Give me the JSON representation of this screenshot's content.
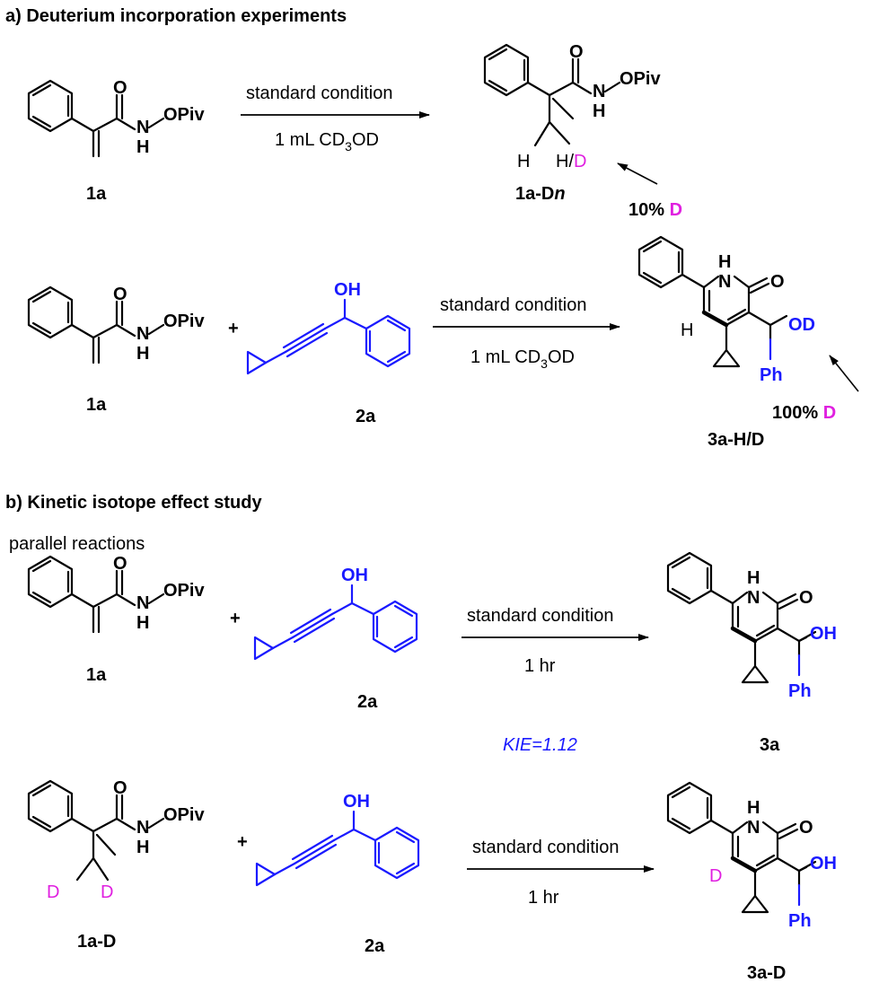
{
  "section_a": {
    "title": "a) Deuterium incorporation experiments",
    "rxn1": {
      "condition_top": "standard condition",
      "condition_bottom_pre": "1 mL CD",
      "condition_bottom_sub": "3",
      "condition_bottom_post": "OD",
      "reactant": "1a",
      "product": "1a-D",
      "product_sub": "n",
      "annotation_pct": "10% ",
      "annotation_d": "D"
    },
    "rxn2": {
      "condition_top": "standard condition",
      "condition_bottom_pre": "1 mL CD",
      "condition_bottom_sub": "3",
      "condition_bottom_post": "OD",
      "reactant1": "1a",
      "reactant2": "2a",
      "product": "3a-H/D",
      "annotation_pct": "100% ",
      "annotation_d": "D"
    }
  },
  "section_b": {
    "title": "b) Kinetic isotope effect study",
    "subtitle": "parallel reactions",
    "kie": "KIE=1.12",
    "rxn1": {
      "condition_top": "standard condition",
      "condition_bottom": "1 hr",
      "reactant1": "1a",
      "reactant2": "2a",
      "product": "3a"
    },
    "rxn2": {
      "condition_top": "standard condition",
      "condition_bottom": "1 hr",
      "reactant1": "1a-D",
      "reactant2": "2a",
      "product": "3a-D"
    }
  },
  "atoms": {
    "O": "O",
    "N": "N",
    "H": "H",
    "NH": "H",
    "OPiv": "OPiv",
    "OH": "OH",
    "OD": "OD",
    "Ph": "Ph",
    "D": "D",
    "plus": "+",
    "slash": "/"
  },
  "colors": {
    "black": "#000000",
    "blue": "#1a1aff",
    "magenta": "#e020e0"
  }
}
